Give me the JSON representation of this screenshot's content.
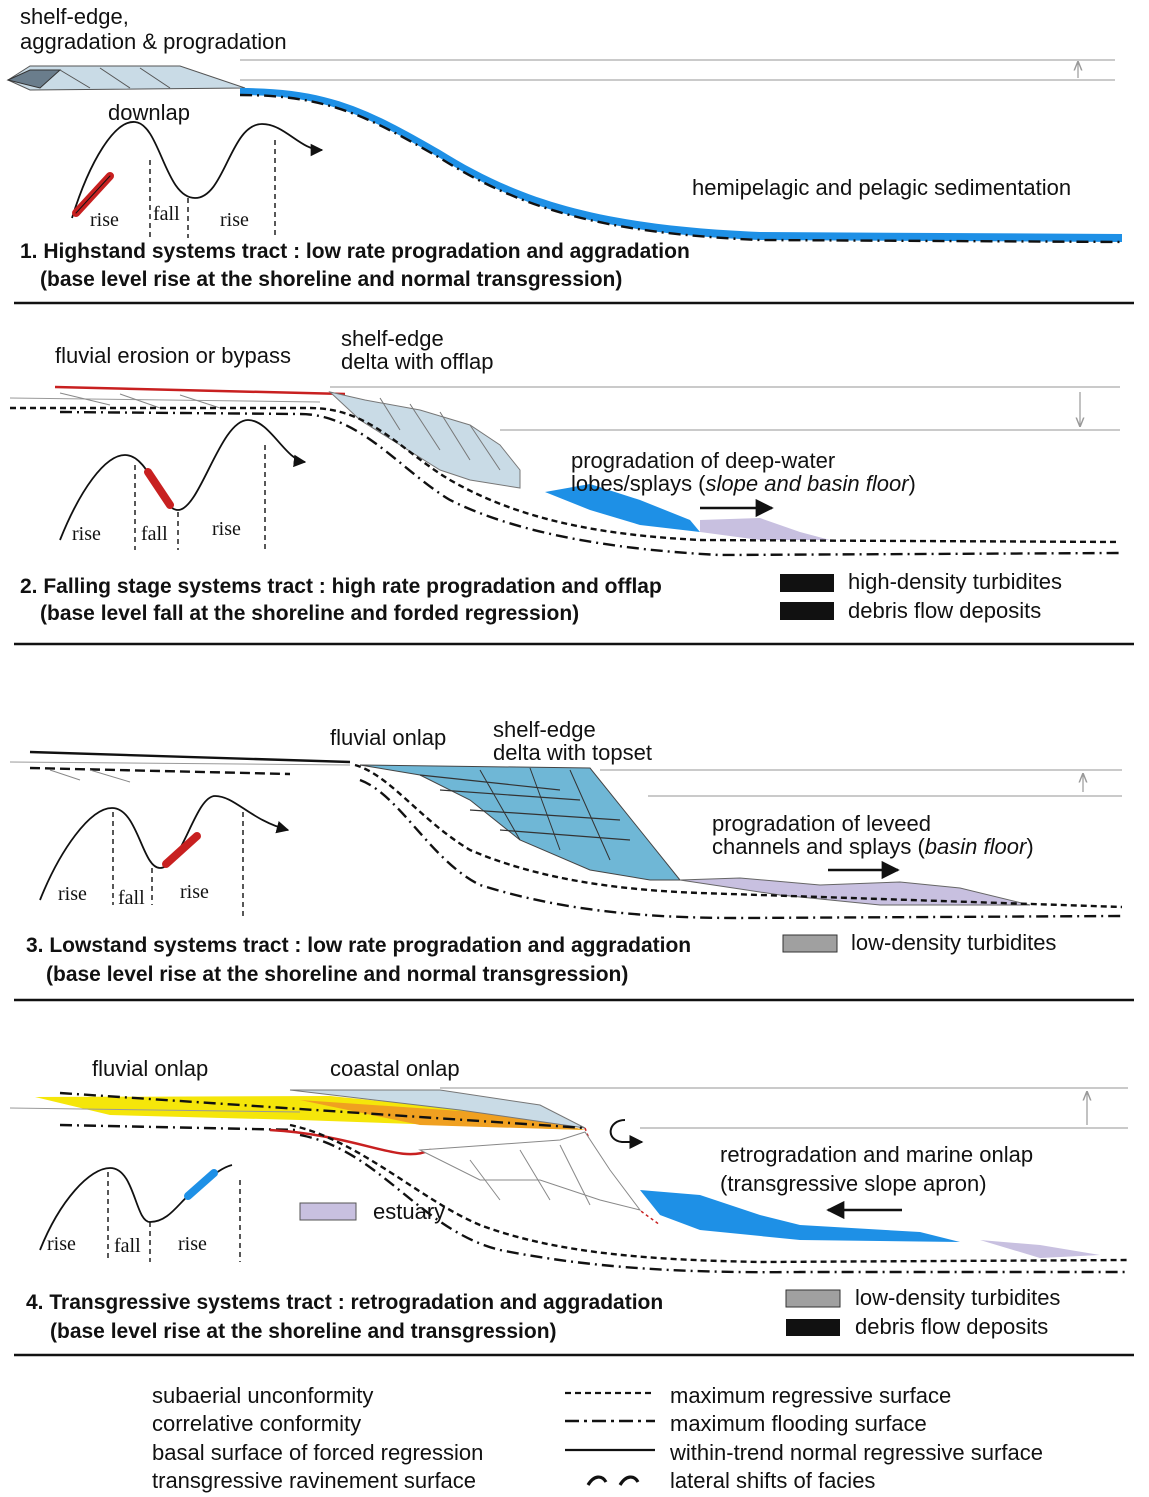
{
  "panel1": {
    "label_shelf_edge_line1": "shelf-edge,",
    "label_shelf_edge_line2": "aggradation & progradation",
    "label_downlap": "downlap",
    "label_hemipelagic": "hemipelagic and pelagic sedimentation",
    "curve_labels": [
      "rise",
      "fall",
      "rise"
    ],
    "title_line1": "1. Highstand systems tract : low rate progradation and aggradation",
    "title_line2": "(base level rise at the shoreline and normal transgression)"
  },
  "panel2": {
    "label_fluvial": "fluvial erosion or bypass",
    "label_shelf_edge_line1": "shelf-edge",
    "label_shelf_edge_line2": "delta with offlap",
    "label_prog_line1": "progradation of deep-water",
    "label_prog_line2a": "lobes/splays (",
    "label_prog_line2b": "slope and basin floor",
    "label_prog_line2c": ")",
    "curve_labels": [
      "rise",
      "fall",
      "rise"
    ],
    "legend": [
      "high-density turbidites",
      "debris flow deposits"
    ],
    "title_line1": "2. Falling stage systems tract : high rate progradation and offlap",
    "title_line2": "(base level fall at the shoreline and forded regression)"
  },
  "panel3": {
    "label_fluvial_onlap": "fluvial onlap",
    "label_shelf_edge_line1": "shelf-edge",
    "label_shelf_edge_line2": "delta with topset",
    "label_prog_line1": "progradation of leveed",
    "label_prog_line2a": "channels and splays (",
    "label_prog_line2b": "basin floor",
    "label_prog_line2c": ")",
    "curve_labels": [
      "rise",
      "fall",
      "rise"
    ],
    "legend": [
      "low-density turbidites"
    ],
    "title_line1": "3. Lowstand systems tract : low rate progradation and aggradation",
    "title_line2": "(base level rise at the shoreline and normal transgression)"
  },
  "panel4": {
    "label_fluvial_onlap": "fluvial onlap",
    "label_coastal_onlap": "coastal onlap",
    "label_retro_line1": "retrogradation and marine onlap",
    "label_retro_line2": "(transgressive slope apron)",
    "label_estuary": "estuary",
    "curve_labels": [
      "rise",
      "fall",
      "rise"
    ],
    "legend": [
      "low-density turbidites",
      "debris flow deposits"
    ],
    "title_line1": "4. Transgressive systems tract : retrogradation and aggradation",
    "title_line2": "(base level rise at the shoreline and transgression)"
  },
  "legend_bottom": {
    "left": [
      "subaerial unconformity",
      "correlative conformity",
      "basal surface of forced regression",
      "transgressive ravinement surface"
    ],
    "right": [
      "maximum regressive surface",
      "maximum flooding surface",
      "within-trend normal regressive surface",
      "lateral shifts of facies"
    ]
  },
  "colors": {
    "blue": "#1e90e6",
    "light_blue": "#6fb7d6",
    "pale_blue": "#c9dbe6",
    "lavender": "#c8c0e0",
    "yellow": "#f5e60a",
    "orange": "#f0a020",
    "red": "#c82020",
    "gray_fill": "#a0a0a0"
  }
}
